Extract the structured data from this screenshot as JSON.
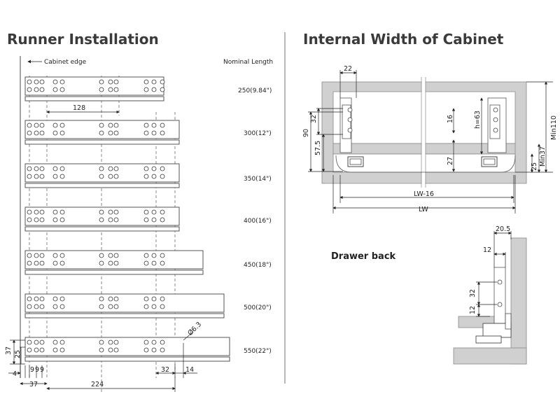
{
  "left_title": "Runner Installation",
  "right_title": "Internal Width of Cabinet",
  "cabinet_edge_label": "Cabinet edge",
  "nominal_length_header": "Nominal Length",
  "runners": [
    {
      "length": "250(9.84\")"
    },
    {
      "length": "300(12\")"
    },
    {
      "length": "350(14\")"
    },
    {
      "length": "400(16\")"
    },
    {
      "length": "450(18\")"
    },
    {
      "length": "500(20\")"
    },
    {
      "length": "550(22\")"
    }
  ],
  "left_dims": {
    "d128": "128",
    "d37a": "37",
    "d25": "25",
    "d9a": "9",
    "d9b": "9",
    "d9c": "9",
    "d4": "4",
    "d37b": "37",
    "d224": "224",
    "d32": "32",
    "d14": "14",
    "hole": "Ø6.3"
  },
  "cabinet_dims": {
    "d22": "22",
    "d90": "90",
    "d32": "32",
    "d57_5": "57.5",
    "d16": "16",
    "h63": "h=63",
    "d27": "27",
    "min110": "Min110",
    "min37": "Min37",
    "d25": "25",
    "lw16": "LW-16",
    "lw": "LW"
  },
  "drawer_back": {
    "label": "Drawer back",
    "d20_5": "20.5",
    "d12a": "12",
    "d32": "32",
    "d12b": "12"
  }
}
